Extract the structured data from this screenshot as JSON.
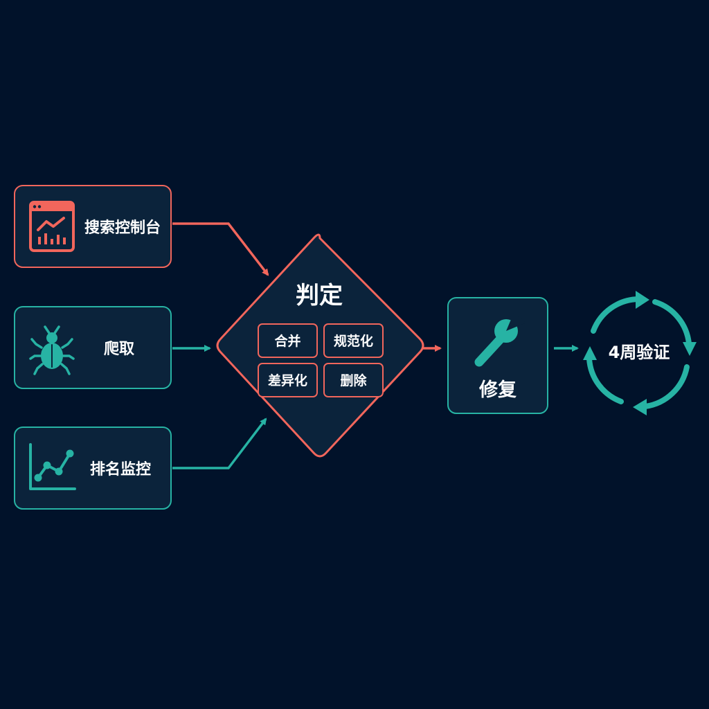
{
  "colors": {
    "background": "#01122a",
    "coral": "#f2665c",
    "teal": "#27b3a4",
    "box_fill": "#0b233b",
    "text": "#ffffff"
  },
  "sources": [
    {
      "label": "搜索控制台",
      "icon": "search-console-chart-icon",
      "color": "coral"
    },
    {
      "label": "爬取",
      "icon": "bug-icon",
      "color": "teal"
    },
    {
      "label": "排名监控",
      "icon": "line-chart-icon",
      "color": "teal"
    }
  ],
  "decision": {
    "title": "判定",
    "options": [
      "合并",
      "规范化",
      "差异化",
      "删除"
    ]
  },
  "fix": {
    "label": "修复",
    "icon": "wrench-icon"
  },
  "verify": {
    "label": "4周验证",
    "icon": "cycle-arrows-icon"
  }
}
